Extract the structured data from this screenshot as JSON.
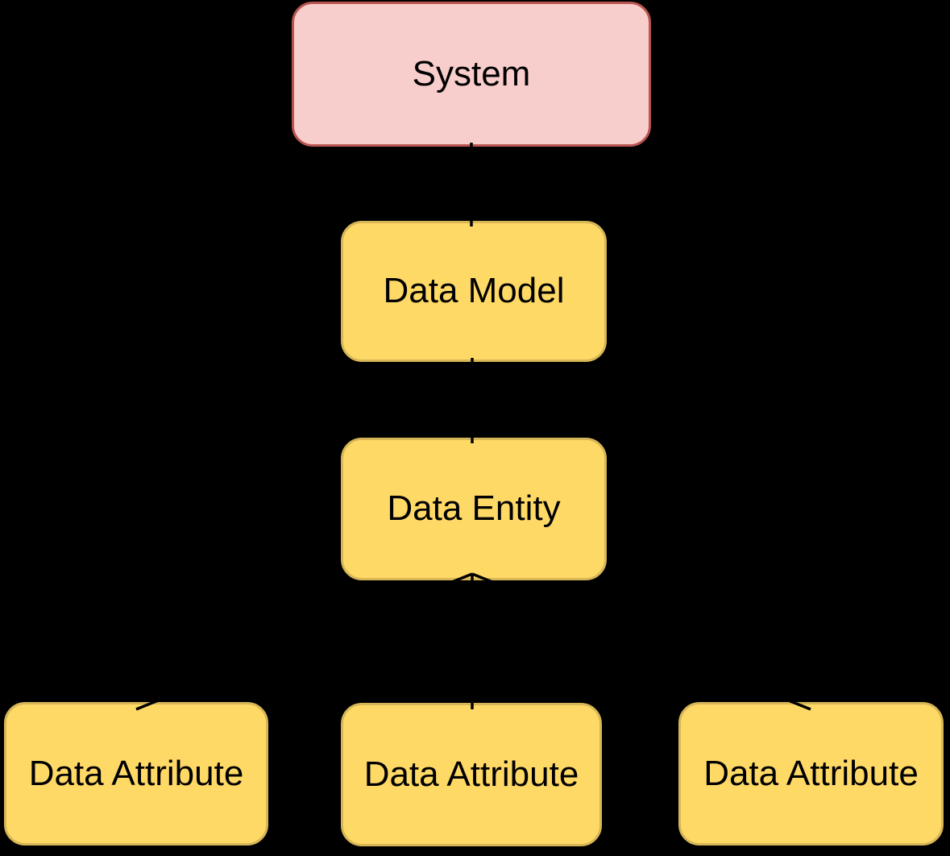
{
  "diagram": {
    "type": "hierarchy",
    "background_color": "#000000",
    "edge_color": "#000000",
    "text_color": "#000000",
    "nodes": [
      {
        "id": "system",
        "label": "System",
        "fill": "#F8CECC",
        "stroke": "#B85450"
      },
      {
        "id": "data-model",
        "label": "Data Model",
        "fill": "#FFD966",
        "stroke": "#D6B656"
      },
      {
        "id": "data-entity",
        "label": "Data Entity",
        "fill": "#FFD966",
        "stroke": "#D6B656"
      },
      {
        "id": "data-attribute-left",
        "label": "Data Attribute",
        "fill": "#FFD966",
        "stroke": "#D6B656"
      },
      {
        "id": "data-attribute-middle",
        "label": "Data Attribute",
        "fill": "#FFD966",
        "stroke": "#D6B656"
      },
      {
        "id": "data-attribute-right",
        "label": "Data Attribute",
        "fill": "#FFD966",
        "stroke": "#D6B656"
      }
    ],
    "edges": [
      {
        "from": "system",
        "to": "data-model"
      },
      {
        "from": "data-model",
        "to": "data-entity"
      },
      {
        "from": "data-entity",
        "to": "data-attribute-left"
      },
      {
        "from": "data-entity",
        "to": "data-attribute-middle"
      },
      {
        "from": "data-entity",
        "to": "data-attribute-right"
      }
    ]
  }
}
